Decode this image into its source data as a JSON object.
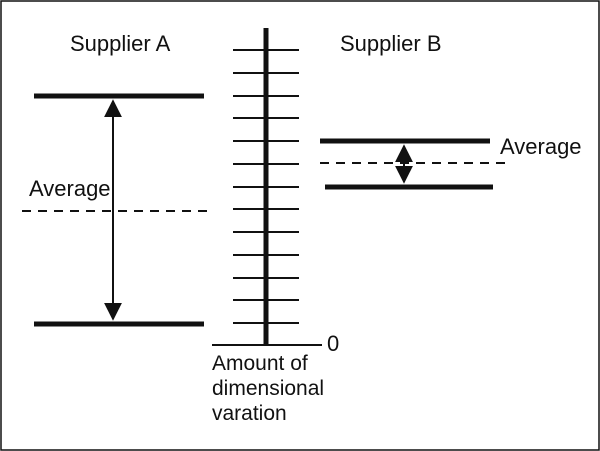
{
  "labels": {
    "supplier_a": "Supplier A",
    "supplier_b": "Supplier B",
    "average_a": "Average",
    "average_b": "Average",
    "zero": "0",
    "axis_line1": "Amount of",
    "axis_line2": "dimensional",
    "axis_line3": "varation"
  },
  "colors": {
    "ink": "#111111",
    "background": "#ffffff"
  }
}
